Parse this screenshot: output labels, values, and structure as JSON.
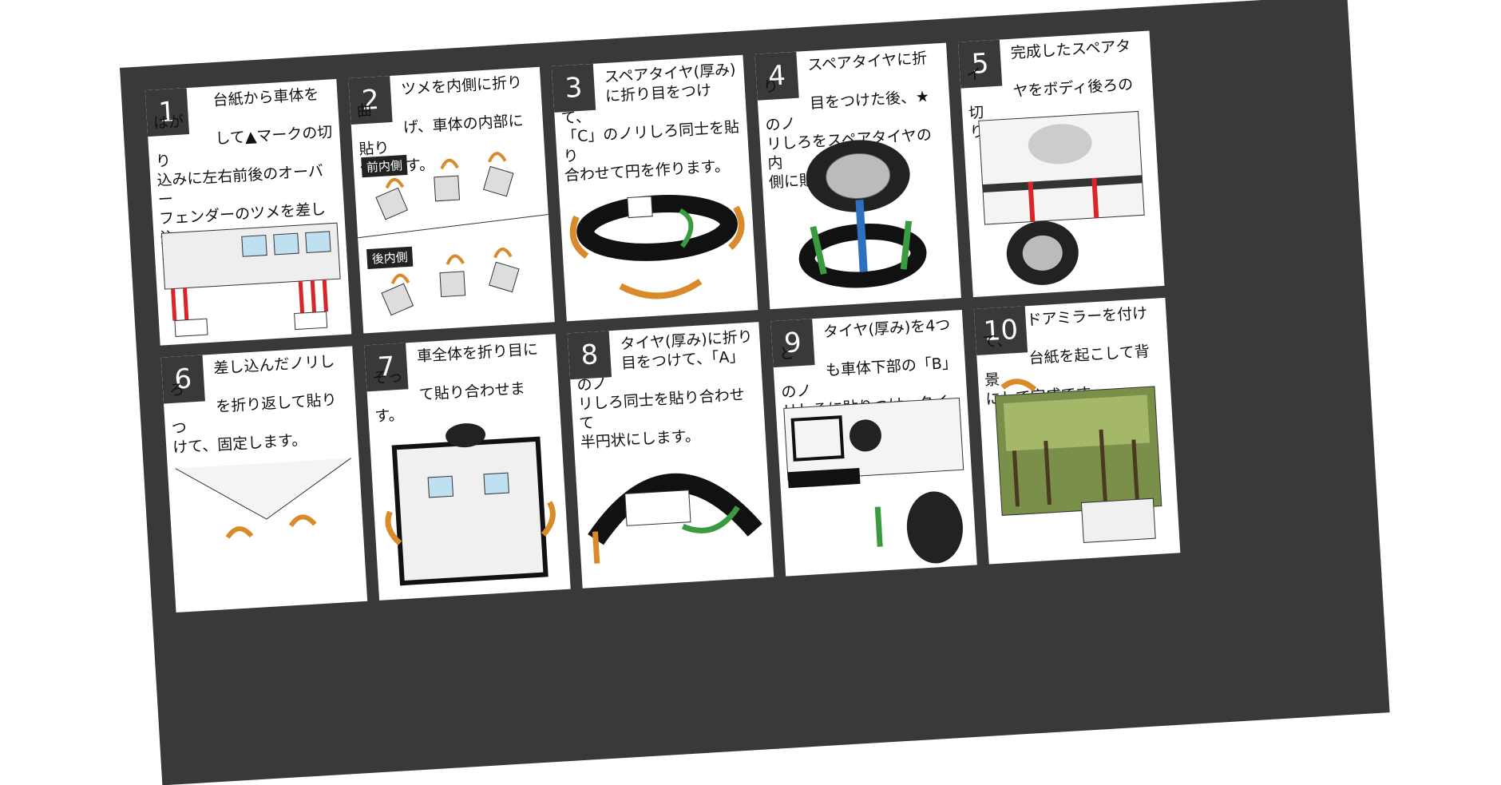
{
  "steps": [
    {
      "num": "1",
      "text": "　　　　台紙から車体をはが\n　　　　して▲マークの切り\n込みに左右前後のオーバー\nフェンダーのツメを差し込\nみます。"
    },
    {
      "num": "2",
      "text": "　　　ツメを内側に折り曲\n　　　げ、車体の内部に貼り\n付けます。",
      "label_front": "前内側",
      "label_rear": "後内側"
    },
    {
      "num": "3",
      "text": "　　　スペアタイヤ(厚み)\n　　　に折り目をつけて、\n「C」のノリしろ同士を貼り\n合わせて円を作ります。"
    },
    {
      "num": "4",
      "text": "　　　スペアタイヤに折り\n　　　目をつけた後、★のノ\nリしろをスペアタイヤの内\n側に貼りつけます。"
    },
    {
      "num": "5",
      "text": "　　　完成したスペアタイ\n　　　ヤをボディ後ろの切\nり込みに差し込みます。"
    },
    {
      "num": "6",
      "text": "　　　差し込んだノリしろ\n　　　を折り返して貼りつ\nけて、固定します。"
    },
    {
      "num": "7",
      "text": "　　　車全体を折り目にそっ\n　　　て貼り合わせます。"
    },
    {
      "num": "8",
      "text": "　　　タイヤ(厚み)に折り\n　　　目をつけて、「A」のノ\nリしろ同士を貼り合わせて\n半円状にします。"
    },
    {
      "num": "9",
      "text": "　　　タイヤ(厚み)を4つと\n　　　も車体下部の「B」のノ\nリしろに貼りつけ、タイヤ\nを貼り付けます。"
    },
    {
      "num": "10",
      "text": "　　　ドアミラーを付けて、\n　　　台紙を起こして背景\nにして完成です。"
    }
  ],
  "colors": {
    "frame": "#3a3838",
    "arrow_red": "#d6262b",
    "arrow_orange": "#d98a2b",
    "arrow_green": "#3a9a3f",
    "arrow_blue": "#2f6fbf"
  }
}
